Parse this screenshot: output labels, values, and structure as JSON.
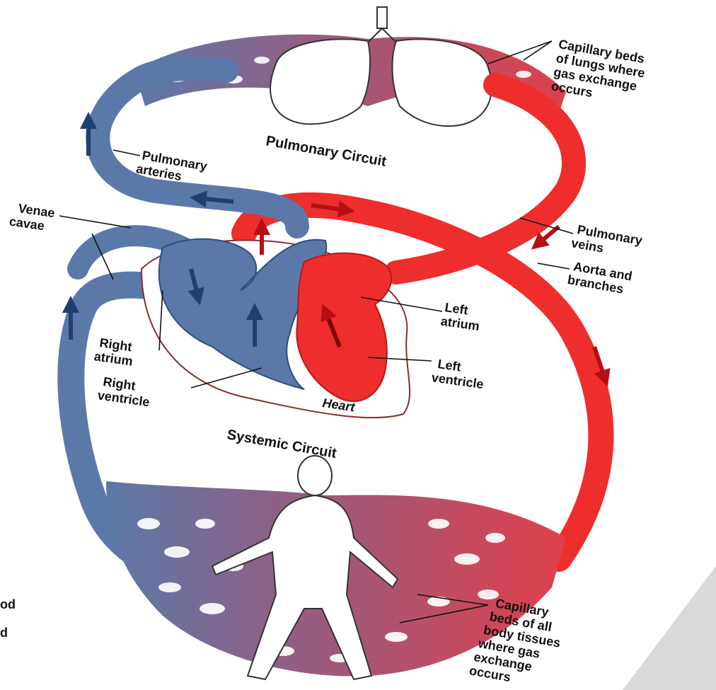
{
  "colors": {
    "oxygen_poor": "#5b79a8",
    "oxygen_rich": "#ee2d2d",
    "capillary_mix": "#a0587a",
    "background": "#d9d9d9",
    "paper": "#ffffff"
  },
  "labels": {
    "cap_lungs": [
      "Capillary beds",
      "of lungs where",
      "gas exchange",
      "occurs"
    ],
    "pulmonary_circuit": "Pulmonary Circuit",
    "pulmonary_arteries": [
      "Pulmonary",
      "arteries"
    ],
    "venae_cavae": [
      "Venae",
      "cavae"
    ],
    "pulmonary_veins": [
      "Pulmonary",
      "veins"
    ],
    "aorta": [
      "Aorta and",
      "branches"
    ],
    "left_atrium": [
      "Left",
      "atrium"
    ],
    "right_atrium": [
      "Right",
      "atrium"
    ],
    "left_ventricle": [
      "Left",
      "ventricle"
    ],
    "right_ventricle": [
      "Right",
      "ventricle"
    ],
    "heart": "Heart",
    "systemic_circuit": "Systemic Circuit",
    "cap_body": [
      "Capillary",
      "beds of all",
      "body tissues",
      "where gas",
      "exchange",
      "occurs"
    ],
    "cut_legend": [
      "od",
      "d"
    ]
  }
}
